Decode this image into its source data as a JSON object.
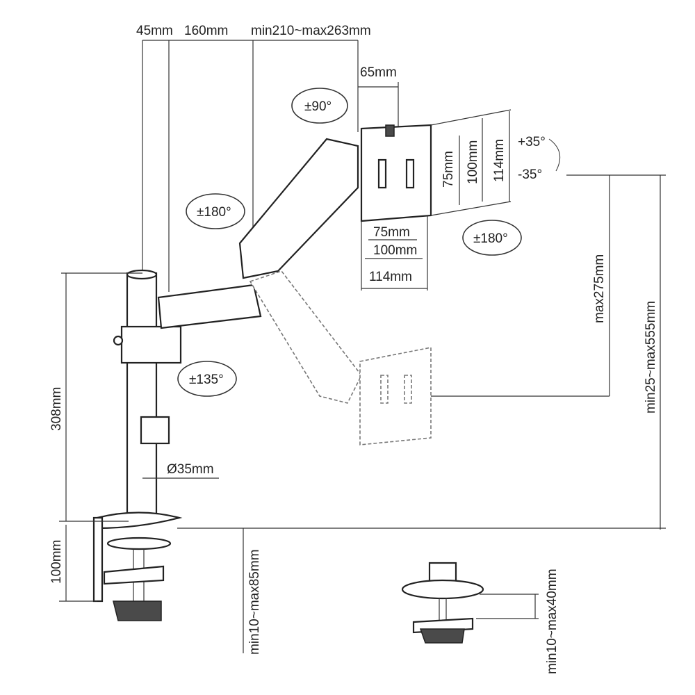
{
  "diagram": {
    "top_dims": {
      "pole_offset": "45mm",
      "arm1": "160mm",
      "arm2": "min210~max263mm"
    },
    "tilt_offset": "65mm",
    "rotations": {
      "screen_rotate": "±90°",
      "arm_swivel": "±180°",
      "base_swivel": "±135°",
      "head_swivel": "±180°",
      "tilt_up": "+35°",
      "tilt_down": "-35°"
    },
    "vesa": {
      "horiz": [
        "75mm",
        "100mm",
        "114mm"
      ],
      "vert": [
        "75mm",
        "100mm",
        "114mm"
      ]
    },
    "heights": {
      "pole": "308mm",
      "vertical_travel": "max275mm",
      "total_range": "min25~max555mm"
    },
    "pole_diameter": "Ø35mm",
    "clamp": {
      "clamp_height": "100mm",
      "clamp_range": "min10~max85mm",
      "grommet_range": "min10~max40mm"
    }
  }
}
